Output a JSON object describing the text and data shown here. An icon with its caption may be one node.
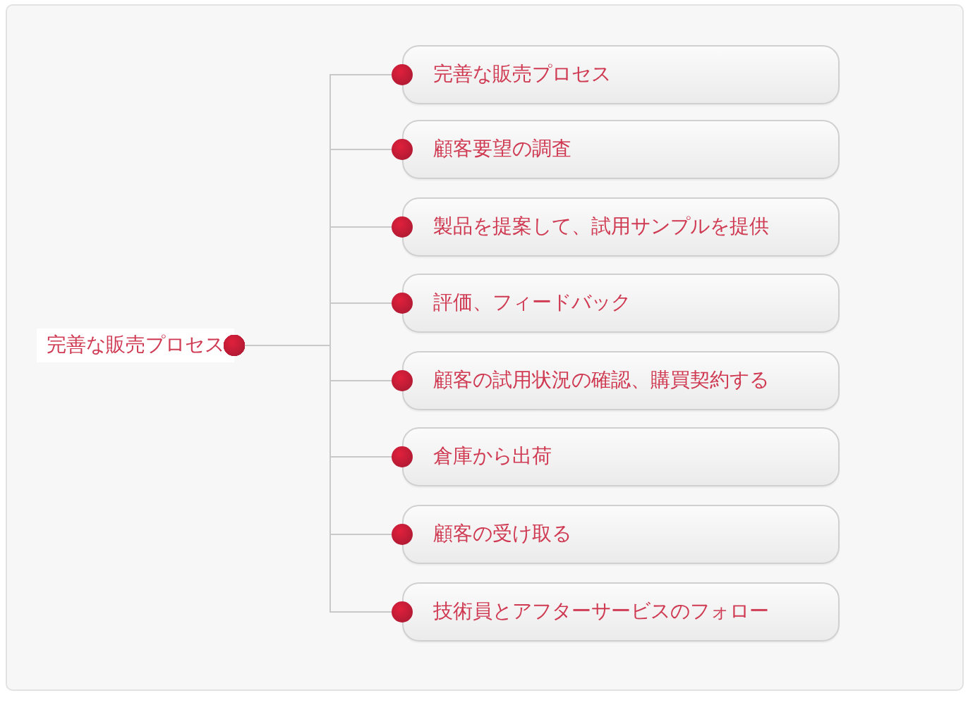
{
  "diagram": {
    "nodes": [
      {
        "text": [
          "完善な販売プロセス"
        ]
      },
      {
        "text": [
          "完善な販売プロセス"
        ]
      },
      {
        "text": [
          "顧客要望の調査"
        ]
      },
      {
        "text": [
          "製品を提案して、試用サンプルを提供"
        ]
      },
      {
        "text": [
          "評価、フィードバック"
        ]
      },
      {
        "text": [
          "顧客の試用状況の確認、購買契約する"
        ]
      },
      {
        "text": [
          "倉庫から出荷"
        ]
      },
      {
        "text": [
          "顧客の受け取る"
        ]
      },
      {
        "text": [
          "技術員とアフターサービスのフォロー"
        ]
      }
    ],
    "edges": [
      {
        "from": 0,
        "to": 1,
        "arrow": "other"
      },
      {
        "from": 0,
        "to": 2,
        "arrow": "other"
      },
      {
        "from": 0,
        "to": 3,
        "arrow": "other"
      },
      {
        "from": 0,
        "to": 4,
        "arrow": "other"
      },
      {
        "from": 0,
        "to": 5,
        "arrow": "other"
      },
      {
        "from": 0,
        "to": 6,
        "arrow": "other"
      },
      {
        "from": 0,
        "to": 7,
        "arrow": "other"
      },
      {
        "from": 0,
        "to": 8,
        "arrow": "other"
      }
    ]
  }
}
